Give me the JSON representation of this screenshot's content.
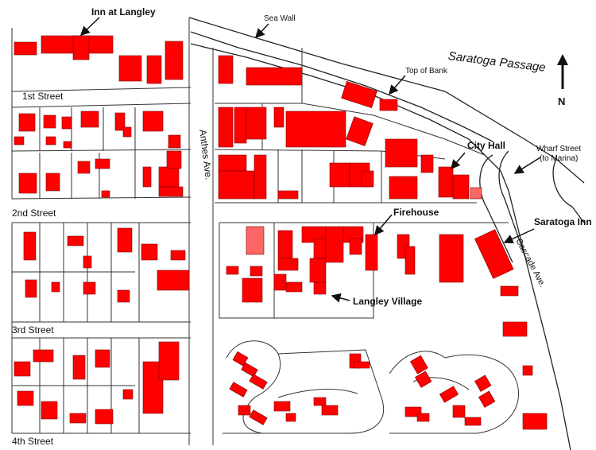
{
  "colors": {
    "building": "#ff0000",
    "building_outline": "#7a0000",
    "line": "#222222",
    "light_building": "#ff6666"
  },
  "labels": {
    "inn_at_langley": "Inn at Langley",
    "sea_wall": "Sea Wall",
    "saratoga_passage": "Saratoga Passage",
    "top_of_bank": "Top of Bank",
    "north": "N",
    "first_street": "1st Street",
    "second_street": "2nd Street",
    "third_street": "3rd Street",
    "fourth_street": "4th Street",
    "anthes_ave": "Anthes Ave.",
    "cascade_ave": "Cascade Ave.",
    "city_hall": "City Hall",
    "wharf_street_line1": "Wharf Street",
    "wharf_street_line2": "(to Marina)",
    "firehouse": "Firehouse",
    "saratoga_inn": "Saratoga Inn",
    "langley_village": "Langley Village"
  },
  "icons": {
    "north_arrow": "north-arrow-icon"
  }
}
